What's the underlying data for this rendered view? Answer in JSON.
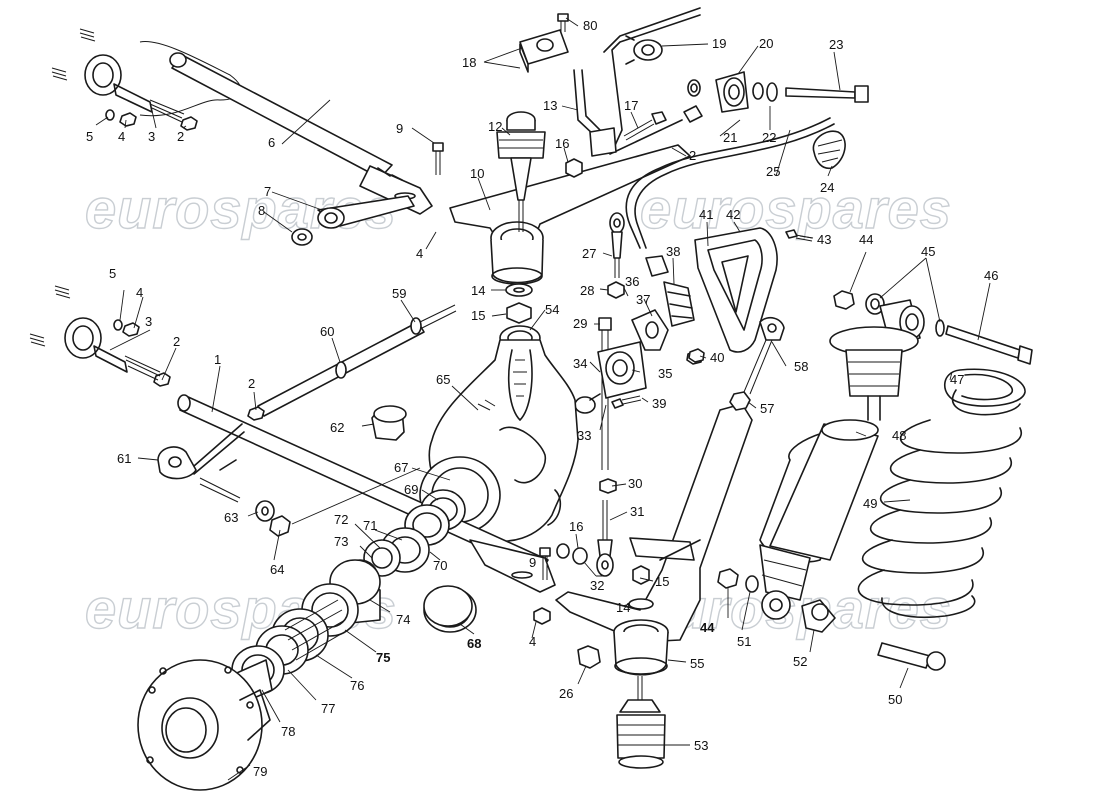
{
  "watermark": {
    "text": "eurospares"
  },
  "callouts": [
    {
      "id": "c80",
      "label": "80"
    },
    {
      "id": "c19",
      "label": "19"
    },
    {
      "id": "c20",
      "label": "20"
    },
    {
      "id": "c23",
      "label": "23"
    },
    {
      "id": "c18",
      "label": "18"
    },
    {
      "id": "c13",
      "label": "13"
    },
    {
      "id": "c17",
      "label": "17"
    },
    {
      "id": "c21",
      "label": "21"
    },
    {
      "id": "c22",
      "label": "22"
    },
    {
      "id": "c12",
      "label": "12"
    },
    {
      "id": "c9",
      "label": "9"
    },
    {
      "id": "c16a",
      "label": "16"
    },
    {
      "id": "c2a",
      "label": "2"
    },
    {
      "id": "c6",
      "label": "6"
    },
    {
      "id": "c10",
      "label": "10"
    },
    {
      "id": "c25",
      "label": "25"
    },
    {
      "id": "c24",
      "label": "24"
    },
    {
      "id": "c5a",
      "label": "5"
    },
    {
      "id": "c4a",
      "label": "4"
    },
    {
      "id": "c3a",
      "label": "3"
    },
    {
      "id": "c2b",
      "label": "2"
    },
    {
      "id": "c7",
      "label": "7"
    },
    {
      "id": "c8",
      "label": "8"
    },
    {
      "id": "c4b",
      "label": "4"
    },
    {
      "id": "c41",
      "label": "41"
    },
    {
      "id": "c42",
      "label": "42"
    },
    {
      "id": "c43",
      "label": "43"
    },
    {
      "id": "c44a",
      "label": "44"
    },
    {
      "id": "c45",
      "label": "45"
    },
    {
      "id": "c46",
      "label": "46"
    },
    {
      "id": "c27",
      "label": "27"
    },
    {
      "id": "c38",
      "label": "38"
    },
    {
      "id": "c14a",
      "label": "14"
    },
    {
      "id": "c28",
      "label": "28"
    },
    {
      "id": "c36",
      "label": "36"
    },
    {
      "id": "c37",
      "label": "37"
    },
    {
      "id": "c15a",
      "label": "15"
    },
    {
      "id": "c54",
      "label": "54"
    },
    {
      "id": "c29",
      "label": "29"
    },
    {
      "id": "c40",
      "label": "40"
    },
    {
      "id": "c5b",
      "label": "5"
    },
    {
      "id": "c4c",
      "label": "4"
    },
    {
      "id": "c3b",
      "label": "3"
    },
    {
      "id": "c2c",
      "label": "2"
    },
    {
      "id": "c59",
      "label": "59"
    },
    {
      "id": "c60",
      "label": "60"
    },
    {
      "id": "c1",
      "label": "1"
    },
    {
      "id": "c2d",
      "label": "2"
    },
    {
      "id": "c65",
      "label": "65"
    },
    {
      "id": "c34",
      "label": "34"
    },
    {
      "id": "c35",
      "label": "35"
    },
    {
      "id": "c58",
      "label": "58"
    },
    {
      "id": "c47",
      "label": "47"
    },
    {
      "id": "c39",
      "label": "39"
    },
    {
      "id": "c57",
      "label": "57"
    },
    {
      "id": "c62",
      "label": "62"
    },
    {
      "id": "c33",
      "label": "33"
    },
    {
      "id": "c48",
      "label": "48"
    },
    {
      "id": "c61",
      "label": "61"
    },
    {
      "id": "c67",
      "label": "67"
    },
    {
      "id": "c30",
      "label": "30"
    },
    {
      "id": "c69",
      "label": "69"
    },
    {
      "id": "c49",
      "label": "49"
    },
    {
      "id": "c31",
      "label": "31"
    },
    {
      "id": "c63",
      "label": "63"
    },
    {
      "id": "c72",
      "label": "72"
    },
    {
      "id": "c71",
      "label": "71"
    },
    {
      "id": "c16b",
      "label": "16"
    },
    {
      "id": "c64",
      "label": "64"
    },
    {
      "id": "c73",
      "label": "73"
    },
    {
      "id": "c9b",
      "label": "9"
    },
    {
      "id": "c32",
      "label": "32"
    },
    {
      "id": "c15b",
      "label": "15"
    },
    {
      "id": "c70",
      "label": "70"
    },
    {
      "id": "c74",
      "label": "74"
    },
    {
      "id": "c14b",
      "label": "14"
    },
    {
      "id": "c44b",
      "label": "44"
    },
    {
      "id": "c51",
      "label": "51"
    },
    {
      "id": "c68",
      "label": "68"
    },
    {
      "id": "c4d",
      "label": "4"
    },
    {
      "id": "c75",
      "label": "75"
    },
    {
      "id": "c52",
      "label": "52"
    },
    {
      "id": "c55",
      "label": "55"
    },
    {
      "id": "c76",
      "label": "76"
    },
    {
      "id": "c26",
      "label": "26"
    },
    {
      "id": "c77",
      "label": "77"
    },
    {
      "id": "c50",
      "label": "50"
    },
    {
      "id": "c78",
      "label": "78"
    },
    {
      "id": "c53",
      "label": "53"
    },
    {
      "id": "c79",
      "label": "79"
    }
  ]
}
